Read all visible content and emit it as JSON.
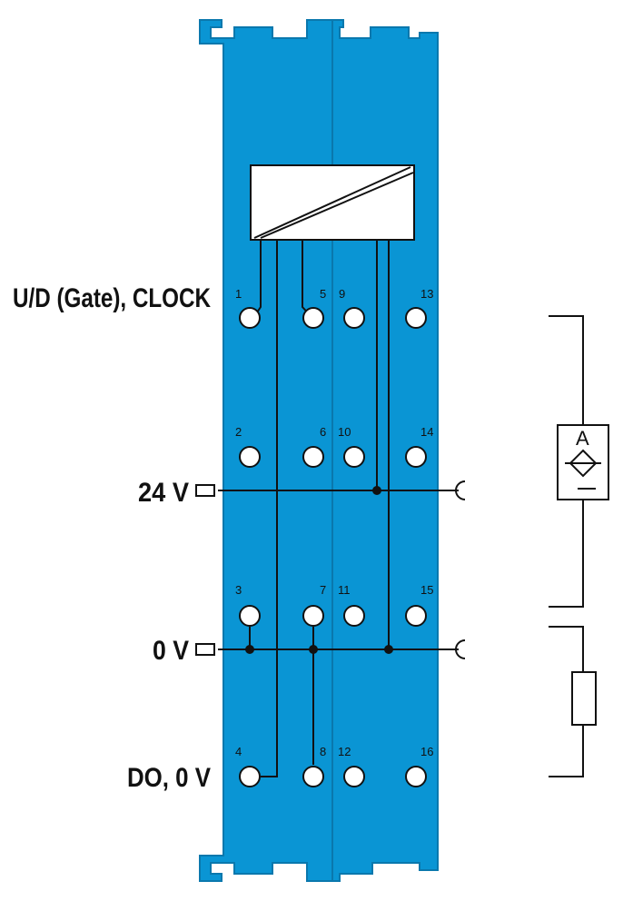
{
  "labels": {
    "ud_gate_clock": "U/D (Gate), CLOCK",
    "v24": "24 V",
    "v0": "0 V",
    "do_0v": "DO, 0 V"
  },
  "pins": [
    "1",
    "2",
    "3",
    "4",
    "5",
    "6",
    "7",
    "8",
    "9",
    "10",
    "11",
    "12",
    "13",
    "14",
    "15",
    "16"
  ],
  "sensor_symbol": {
    "letter": "A"
  },
  "colors": {
    "module_blue": "#0a95d4",
    "module_dark": "#0a78ad",
    "line": "#111111"
  }
}
